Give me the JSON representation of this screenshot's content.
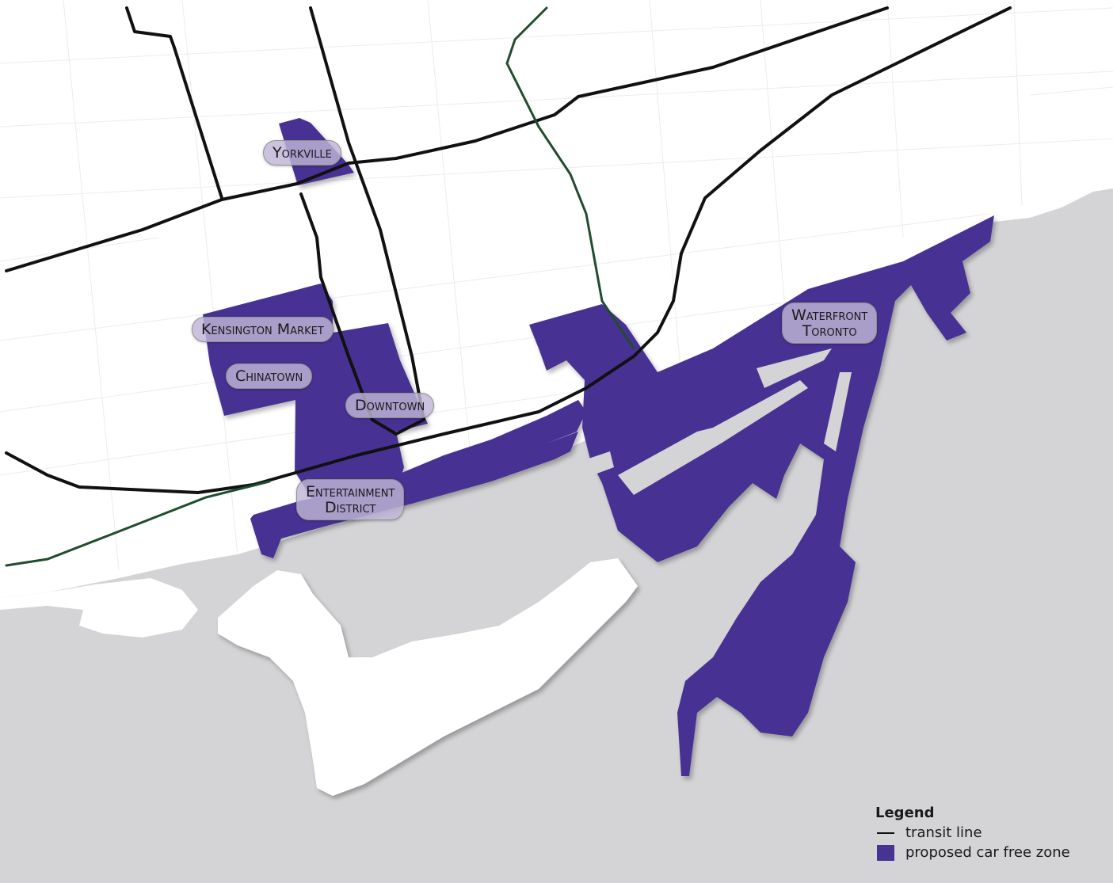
{
  "colors": {
    "water": "#d4d4d6",
    "land": "#ffffff",
    "street_grid": "#ececec",
    "zone": "#463393",
    "transit": "#111111",
    "transit_green": "#1f4d2e",
    "label_bg": "#beb4d7"
  },
  "labels": {
    "yorkville": "Yorkville",
    "kensington": "Kensington Market",
    "chinatown": "Chinatown",
    "downtown": "Downtown",
    "entertainment_line1": "Entertainment",
    "entertainment_line2": "District",
    "waterfront_line1": "Waterfront",
    "waterfront_line2": "Toronto"
  },
  "legend": {
    "title": "Legend",
    "transit_label": "transit line",
    "zone_label": "proposed car free zone"
  }
}
